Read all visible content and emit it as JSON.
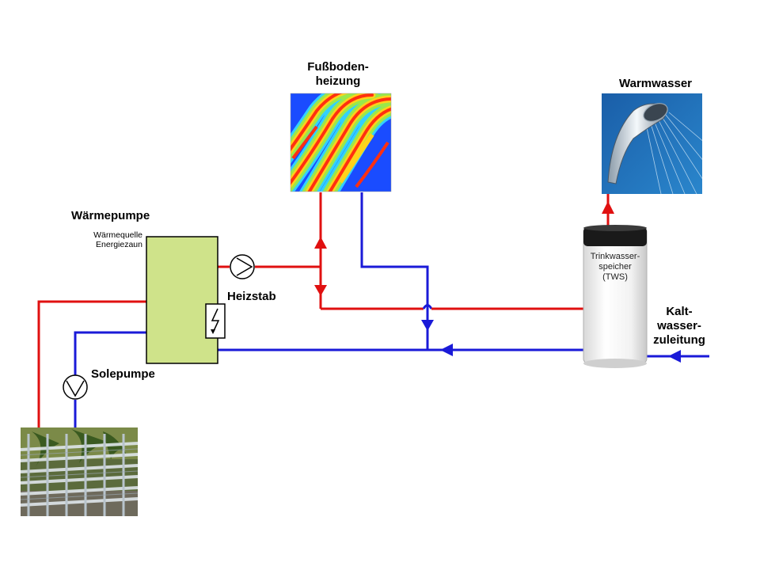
{
  "labels": {
    "fussboden_line1": "Fußboden-",
    "fussboden_line2": "heizung",
    "warmwasser": "Warmwasser",
    "waermepumpe": "Wärmepumpe",
    "waermequelle_line1": "Wärmequelle",
    "waermequelle_line2": "Energiezaun",
    "heizstab": "Heizstab",
    "solepumpe": "Solepumpe",
    "tws_line1": "Trinkwasser-",
    "tws_line2": "speicher",
    "tws_line3": "(TWS)",
    "kalt_line1": "Kalt-",
    "kalt_line2": "wasser-",
    "kalt_line3": "zuleitung"
  },
  "colors": {
    "hot_pipe": "#e01010",
    "cold_pipe": "#1a1ad8",
    "heat_pump_fill": "#cfe38a",
    "tank_cap": "#1a1a1a",
    "shower_bg": "#1f6fb8"
  },
  "icons": {
    "pump": "pump-icon",
    "heater": "lightning-icon",
    "floor_heating": "thermal-image",
    "shower": "shower-photo",
    "fence": "energy-fence-photo"
  }
}
